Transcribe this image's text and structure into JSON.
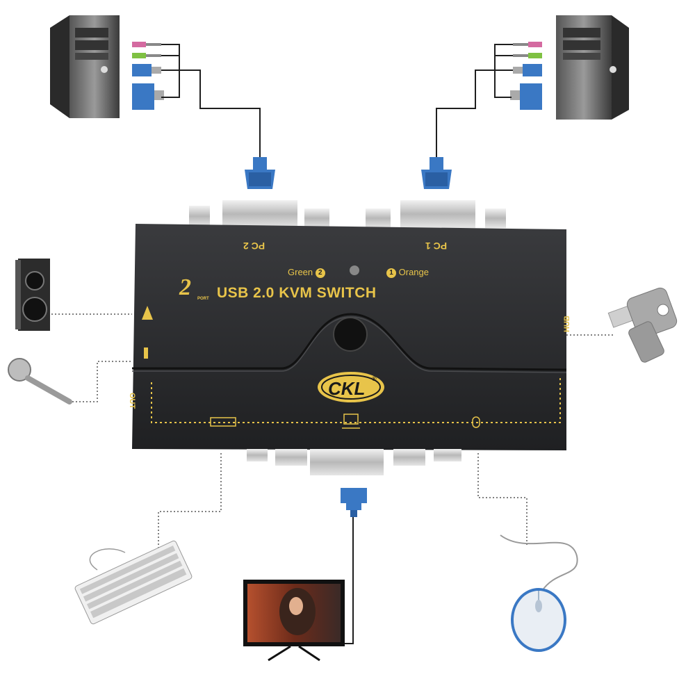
{
  "device": {
    "port_mark": "2",
    "port_small": "PORT",
    "title": "USB 2.0 KVM SWITCH",
    "pc1_label": "PC 1",
    "pc2_label": "PC 2",
    "led_green_label": "Green",
    "led_orange_label": "Orange",
    "led_green_num": "2",
    "led_orange_num": "1",
    "out_label": "OUT",
    "hub_label": "HUB",
    "brand": "CKL",
    "registered": "®"
  },
  "colors": {
    "body": "#2b2c2e",
    "accent": "#e8c44a",
    "vga_blue": "#3a78c4",
    "cable": "#1e1e1e"
  },
  "icons": [
    "tower-pc-icon",
    "speaker-icon",
    "microphone-icon",
    "usb-flash-drive-icon",
    "keyboard-icon",
    "monitor-icon",
    "mouse-icon",
    "vga-plug-icon"
  ]
}
